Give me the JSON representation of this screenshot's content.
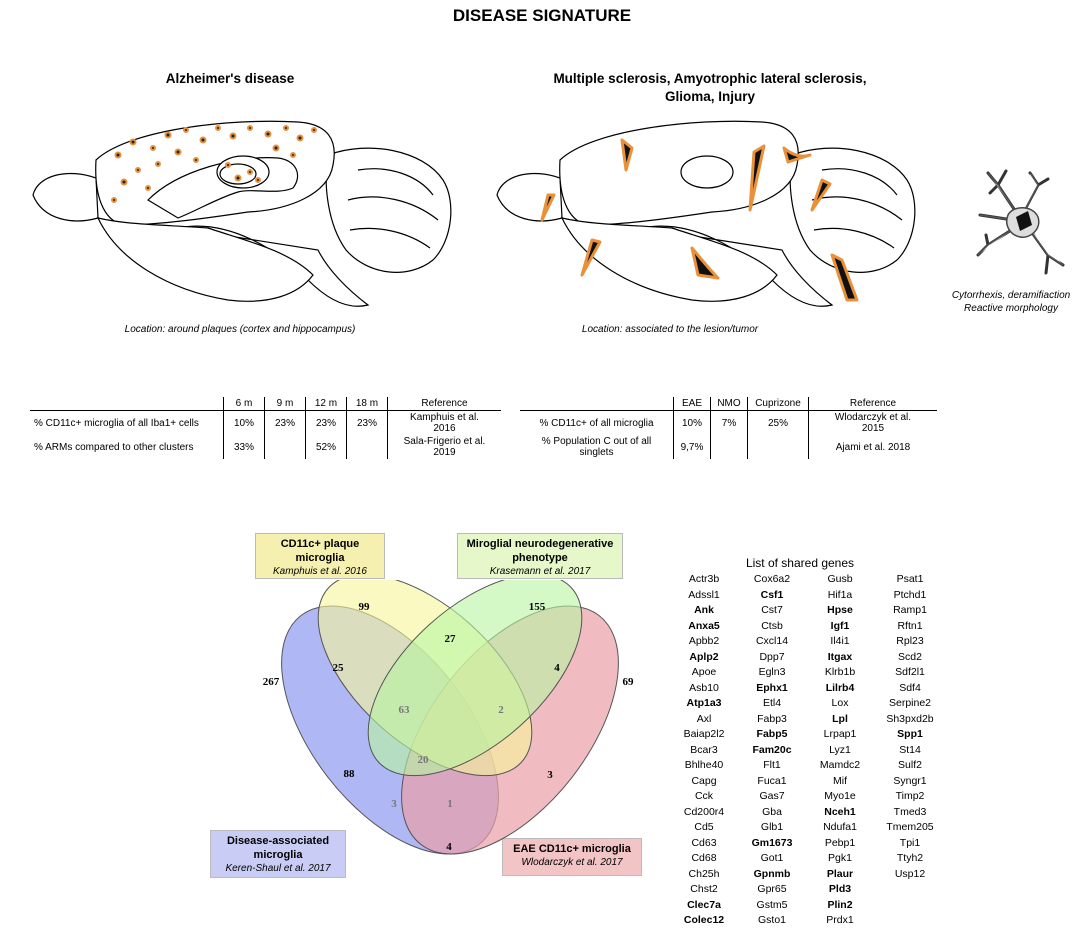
{
  "title": "DISEASE SIGNATURE",
  "panels": {
    "left_title": "Alzheimer's disease",
    "right_title_line1": "Multiple sclerosis, Amyotrophic lateral sclerosis,",
    "right_title_line2": "Glioma, Injury",
    "left_location": "Location: around plaques (cortex and hippocampus)",
    "right_location": "Location: associated to the lesion/tumor",
    "cell_caption_line1": "Cytorrhexis, deramifiaction",
    "cell_caption_line2": "Reactive morphology"
  },
  "colors": {
    "lesion_orange": "#e8913a",
    "venn_yellow": "#f7f59a",
    "venn_green": "#b8f5a0",
    "venn_blue": "#9ea8f2",
    "venn_pink": "#e9a0a8"
  },
  "table_left": {
    "headers": [
      "",
      "6 m",
      "9 m",
      "12 m",
      "18 m",
      "Reference"
    ],
    "rows": [
      {
        "label": "% CD11c+ microglia of all Iba1+ cells",
        "c1": "10%",
        "c2": "23%",
        "c3": "23%",
        "c4": "23%",
        "ref1": "Kamphuis et al.",
        "ref2": "2016"
      },
      {
        "label": "% ARMs compared to other clusters",
        "c1": "33%",
        "c2": "",
        "c3": "52%",
        "c4": "",
        "ref1": "Sala-Frigerio et al.",
        "ref2": "2019"
      }
    ]
  },
  "table_right": {
    "headers": [
      "",
      "EAE",
      "NMO",
      "Cuprizone",
      "Reference"
    ],
    "rows": [
      {
        "label1": "% CD11c+ of all microglia",
        "label2": "",
        "c1": "10%",
        "c2": "7%",
        "c3": "25%",
        "ref1": "Wlodarczyk et al.",
        "ref2": "2015"
      },
      {
        "label1": "% Population C out of all",
        "label2": "singlets",
        "c1": "9,7%",
        "c2": "",
        "c3": "",
        "ref1": "Ajami et al. 2018",
        "ref2": ""
      }
    ]
  },
  "venn": {
    "labels": {
      "yellow_title1": "CD11c+ plaque",
      "yellow_title2": "microglia",
      "yellow_ref": "Kamphuis et al. 2016",
      "green_title1": "Miroglial neurodegenerative",
      "green_title2": "phenotype",
      "green_ref": "Krasemann et al. 2017",
      "blue_title1": "Disease-associated",
      "blue_title2": "microglia",
      "blue_ref": "Keren-Shaul et al. 2017",
      "pink_title1": "EAE CD11c+ microglia",
      "pink_ref": "Wlodarczyk et al. 2017"
    },
    "counts": {
      "blue_only": "267",
      "yellow_only": "99",
      "green_only": "155",
      "pink_only": "69",
      "blue_yellow": "25",
      "yellow_green": "27",
      "green_pink": "4",
      "blue_yellow_green": "63",
      "yellow_green_pink": "2",
      "all_four": "20",
      "blue_green": "88",
      "yellow_pink": "3",
      "blue_yellow_pink": "3",
      "blue_green_pink": "1",
      "blue_pink": "4"
    }
  },
  "genes": {
    "title": "List of shared genes",
    "columns": [
      [
        {
          "t": "Actr3b",
          "b": false
        },
        {
          "t": "Adssl1",
          "b": false
        },
        {
          "t": "Ank",
          "b": true
        },
        {
          "t": "Anxa5",
          "b": true
        },
        {
          "t": "Apbb2",
          "b": false
        },
        {
          "t": "Aplp2",
          "b": true
        },
        {
          "t": "Apoe",
          "b": false
        },
        {
          "t": "Asb10",
          "b": false
        },
        {
          "t": "Atp1a3",
          "b": true
        },
        {
          "t": "Axl",
          "b": false
        },
        {
          "t": "Baiap2l2",
          "b": false
        },
        {
          "t": "Bcar3",
          "b": false
        },
        {
          "t": "Bhlhe40",
          "b": false
        },
        {
          "t": "Capg",
          "b": false
        },
        {
          "t": "Cck",
          "b": false
        },
        {
          "t": "Cd200r4",
          "b": false
        },
        {
          "t": "Cd5",
          "b": false
        },
        {
          "t": "Cd63",
          "b": false
        },
        {
          "t": "Cd68",
          "b": false
        },
        {
          "t": "Ch25h",
          "b": false
        },
        {
          "t": "Chst2",
          "b": false
        },
        {
          "t": "Clec7a",
          "b": true
        },
        {
          "t": "Colec12",
          "b": true
        }
      ],
      [
        {
          "t": "Cox6a2",
          "b": false
        },
        {
          "t": "Csf1",
          "b": true
        },
        {
          "t": "Cst7",
          "b": false
        },
        {
          "t": "Ctsb",
          "b": false
        },
        {
          "t": "Cxcl14",
          "b": false
        },
        {
          "t": "Dpp7",
          "b": false
        },
        {
          "t": "Egln3",
          "b": false
        },
        {
          "t": "Ephx1",
          "b": true
        },
        {
          "t": "Etl4",
          "b": false
        },
        {
          "t": "Fabp3",
          "b": false
        },
        {
          "t": "Fabp5",
          "b": true
        },
        {
          "t": "Fam20c",
          "b": true
        },
        {
          "t": "Flt1",
          "b": false
        },
        {
          "t": "Fuca1",
          "b": false
        },
        {
          "t": "Gas7",
          "b": false
        },
        {
          "t": "Gba",
          "b": false
        },
        {
          "t": "Glb1",
          "b": false
        },
        {
          "t": "Gm1673",
          "b": true
        },
        {
          "t": "Got1",
          "b": false
        },
        {
          "t": "Gpnmb",
          "b": true
        },
        {
          "t": "Gpr65",
          "b": false
        },
        {
          "t": "Gstm5",
          "b": false
        },
        {
          "t": "Gsto1",
          "b": false
        }
      ],
      [
        {
          "t": "Gusb",
          "b": false
        },
        {
          "t": "Hif1a",
          "b": false
        },
        {
          "t": "Hpse",
          "b": true
        },
        {
          "t": "Igf1",
          "b": true
        },
        {
          "t": "Il4i1",
          "b": false
        },
        {
          "t": "Itgax",
          "b": true
        },
        {
          "t": "Klrb1b",
          "b": false
        },
        {
          "t": "Lilrb4",
          "b": true
        },
        {
          "t": "Lox",
          "b": false
        },
        {
          "t": "Lpl",
          "b": true
        },
        {
          "t": "Lrpap1",
          "b": false
        },
        {
          "t": "Lyz1",
          "b": false
        },
        {
          "t": "Mamdc2",
          "b": false
        },
        {
          "t": "Mif",
          "b": false
        },
        {
          "t": "Myo1e",
          "b": false
        },
        {
          "t": "Nceh1",
          "b": true
        },
        {
          "t": "Ndufa1",
          "b": false
        },
        {
          "t": "Pebp1",
          "b": false
        },
        {
          "t": "Pgk1",
          "b": false
        },
        {
          "t": "Plaur",
          "b": true
        },
        {
          "t": "Pld3",
          "b": true
        },
        {
          "t": "Plin2",
          "b": true
        },
        {
          "t": "Prdx1",
          "b": false
        }
      ],
      [
        {
          "t": "Psat1",
          "b": false
        },
        {
          "t": "Ptchd1",
          "b": false
        },
        {
          "t": "Ramp1",
          "b": false
        },
        {
          "t": "Rftn1",
          "b": false
        },
        {
          "t": "Rpl23",
          "b": false
        },
        {
          "t": "Scd2",
          "b": false
        },
        {
          "t": "Sdf2l1",
          "b": false
        },
        {
          "t": "Sdf4",
          "b": false
        },
        {
          "t": "Serpine2",
          "b": false
        },
        {
          "t": "Sh3pxd2b",
          "b": false
        },
        {
          "t": "Spp1",
          "b": true
        },
        {
          "t": "St14",
          "b": false
        },
        {
          "t": "Sulf2",
          "b": false
        },
        {
          "t": "Syngr1",
          "b": false
        },
        {
          "t": "Timp2",
          "b": false
        },
        {
          "t": "Tmed3",
          "b": false
        },
        {
          "t": "Tmem205",
          "b": false
        },
        {
          "t": "Tpi1",
          "b": false
        },
        {
          "t": "Ttyh2",
          "b": false
        },
        {
          "t": "Usp12",
          "b": false
        }
      ]
    ]
  }
}
